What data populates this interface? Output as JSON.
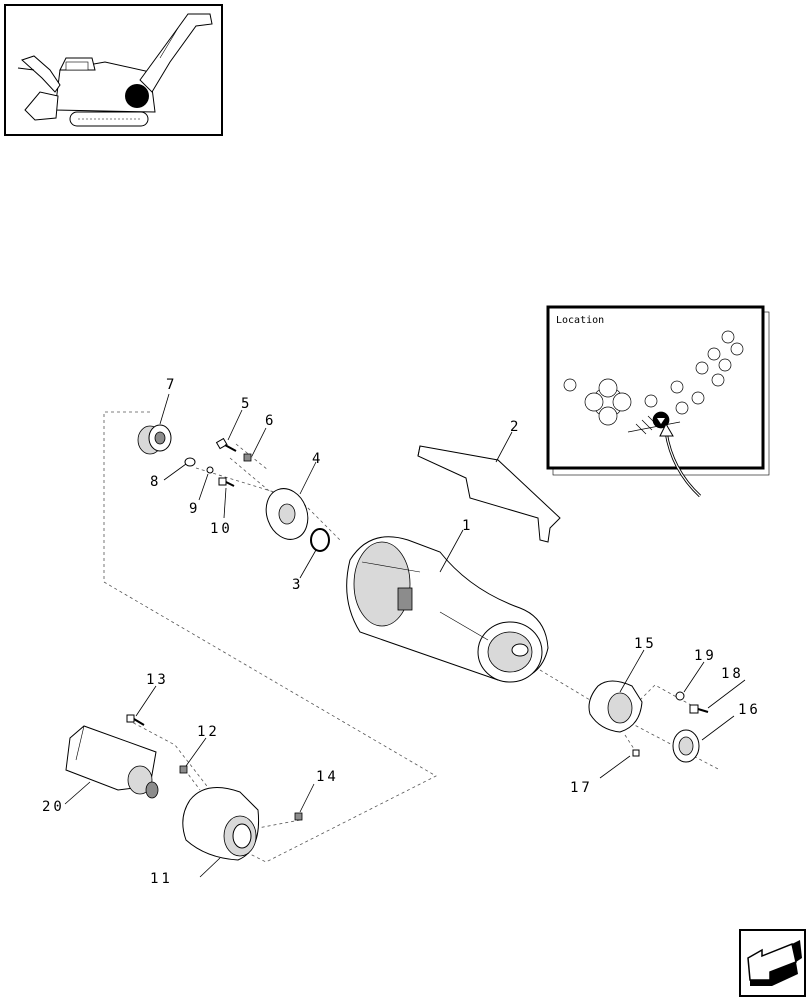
{
  "location_box": {
    "title": "Location"
  },
  "callouts": [
    {
      "id": "p1",
      "label": "1"
    },
    {
      "id": "p2",
      "label": "2"
    },
    {
      "id": "p3",
      "label": "3"
    },
    {
      "id": "p4",
      "label": "4"
    },
    {
      "id": "p5",
      "label": "5"
    },
    {
      "id": "p6",
      "label": "6"
    },
    {
      "id": "p7",
      "label": "7"
    },
    {
      "id": "p8",
      "label": "8"
    },
    {
      "id": "p9",
      "label": "9"
    },
    {
      "id": "p10",
      "label": "10"
    },
    {
      "id": "p11",
      "label": "11"
    },
    {
      "id": "p12",
      "label": "12"
    },
    {
      "id": "p13",
      "label": "13"
    },
    {
      "id": "p14",
      "label": "14"
    },
    {
      "id": "p15",
      "label": "15"
    },
    {
      "id": "p16",
      "label": "16"
    },
    {
      "id": "p17",
      "label": "17"
    },
    {
      "id": "p18",
      "label": "18"
    },
    {
      "id": "p19",
      "label": "19"
    },
    {
      "id": "p20",
      "label": "20"
    }
  ],
  "icons": {
    "machine_thumbnail": "harvester-machine-icon",
    "nav_arrow": "return-arrow-icon"
  }
}
